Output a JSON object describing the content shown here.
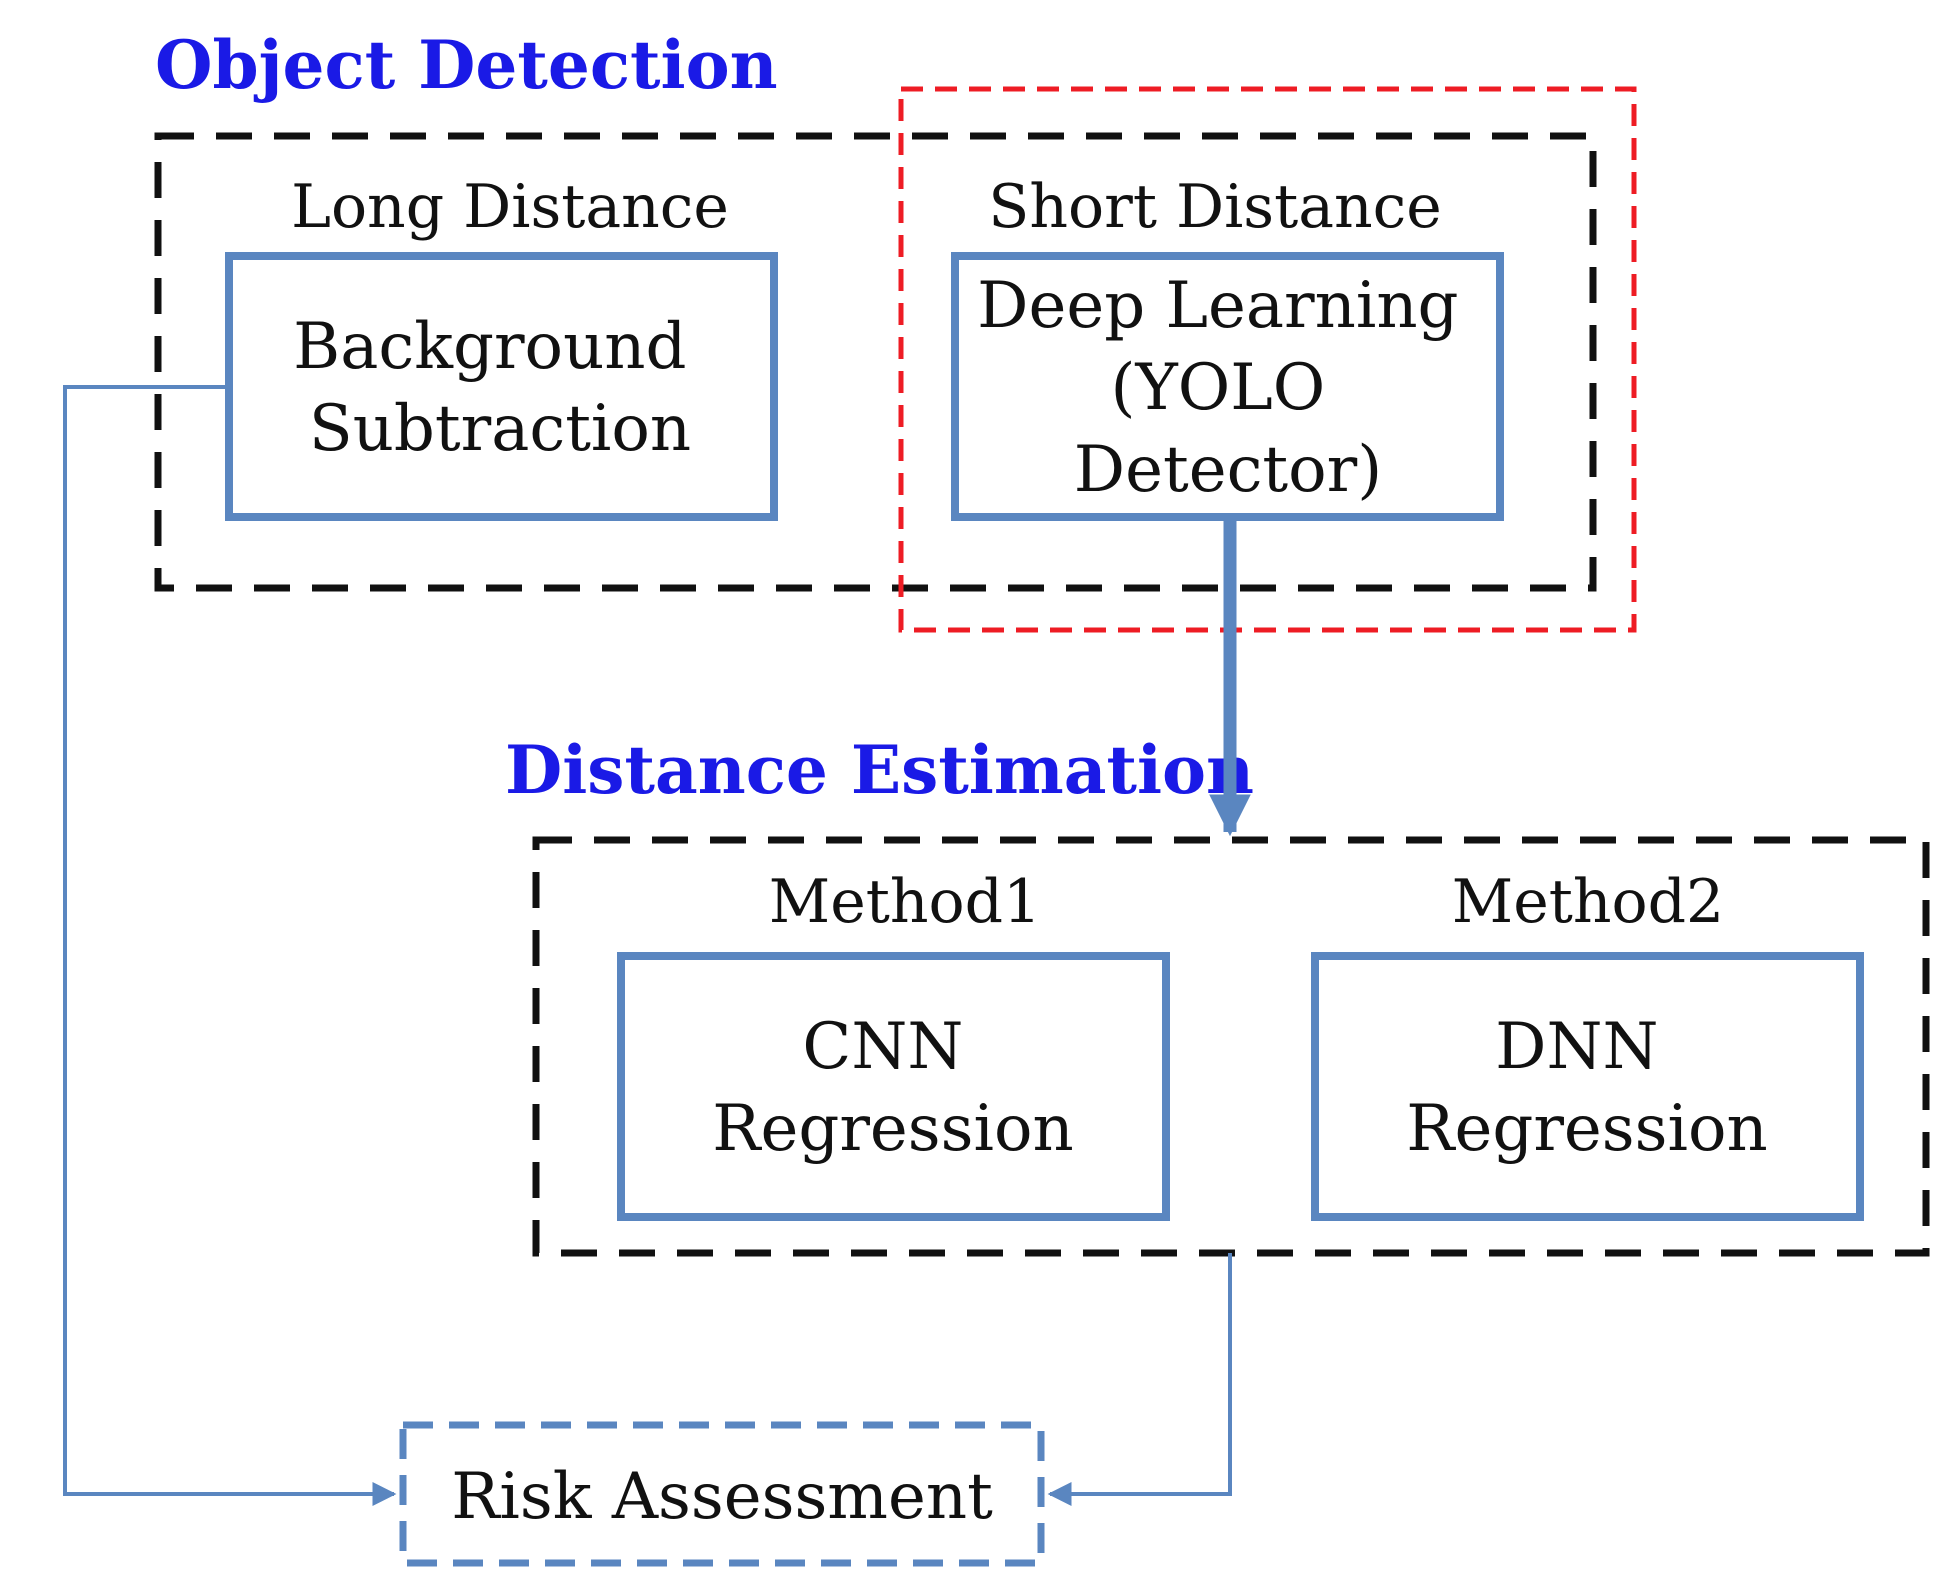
{
  "sections": {
    "object_detection": "Object Detection",
    "distance_estimation": "Distance Estimation"
  },
  "groups": {
    "long_distance": "Long Distance",
    "short_distance": "Short Distance",
    "method1": "Method1",
    "method2": "Method2"
  },
  "boxes": {
    "background_subtraction": [
      "Background",
      "Subtraction"
    ],
    "deep_learning": [
      "Deep Learning",
      "(YOLO",
      "Detector)"
    ],
    "cnn_regression": [
      "CNN",
      "Regression"
    ],
    "dnn_regression": [
      "DNN",
      "Regression"
    ],
    "risk_assessment": "Risk Assessment"
  },
  "colors": {
    "title_blue": "#1a1ae6",
    "box_blue": "#5a86c0",
    "dash_black": "#111111",
    "highlight_red": "#ee1c24"
  }
}
